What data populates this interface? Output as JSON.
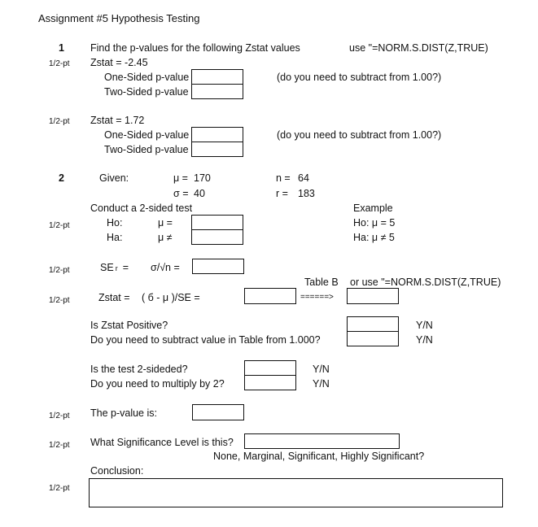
{
  "title": "Assignment #5 Hypothesis Testing",
  "q1": {
    "number": "1",
    "instruction": "Find the p-values for the following Zstat values",
    "hint": "use \"=NORM.S.DIST(Z,TRUE)",
    "points": "1/2-pt",
    "parts": [
      {
        "points": "1/2-pt",
        "zstat": "Zstat = -2.45",
        "one_sided": "One-Sided p-value",
        "two_sided": "Two-Sided p-value",
        "note": "(do you need to subtract from 1.00?)"
      },
      {
        "points": "1/2-pt",
        "zstat": "Zstat = 1.72",
        "one_sided": "One-Sided p-value",
        "two_sided": "Two-Sided p-value",
        "note": "(do you need to subtract from 1.00?)"
      }
    ]
  },
  "q2": {
    "number": "2",
    "given_label": "Given:",
    "mu_label": "μ =",
    "mu_value": "170",
    "sigma_label": "σ =",
    "sigma_value": "40",
    "n_label": "n =",
    "n_value": "64",
    "xbar_label": "r =",
    "xbar_value": "183",
    "conduct": "Conduct a 2-sided test",
    "example_title": "Example",
    "ho_label": "Ho:",
    "ho_symbol": "μ =",
    "ha_label": "Ha:",
    "ha_symbol": "μ ≠",
    "example_ho": "Ho: μ = 5",
    "example_ha": "Ha: μ ≠ 5",
    "hyp_points": "1/2-pt",
    "se_points": "1/2-pt",
    "se_label": "SE",
    "se_sub": "r",
    "se_eq": "=",
    "se_formula": "σ/√n =",
    "table_b": "Table B",
    "or_use": "or use \"=NORM.S.DIST(Z,TRUE)",
    "z_points": "1/2-pt",
    "zstat_label": "Zstat =",
    "zstat_formula": "( б - μ )/SE =",
    "arrow": "======>",
    "positive_q": "Is Zstat Positive?",
    "subtract_q": "Do you need to subtract value in Table from 1.000?",
    "yn1": "Y/N",
    "yn2": "Y/N",
    "two_sided_q": "Is the test 2-sideded?",
    "multiply_q": "Do you need to multiply by 2?",
    "yn3": "Y/N",
    "yn4": "Y/N",
    "pvalue_points": "1/2-pt",
    "pvalue_label": "The p-value is:",
    "sig_points": "1/2-pt",
    "sig_question": "What Significance Level is this?",
    "sig_options": "None, Marginal, Significant, Highly Significant?",
    "conclusion_label": "Conclusion:",
    "conclusion_points": "1/2-pt"
  }
}
